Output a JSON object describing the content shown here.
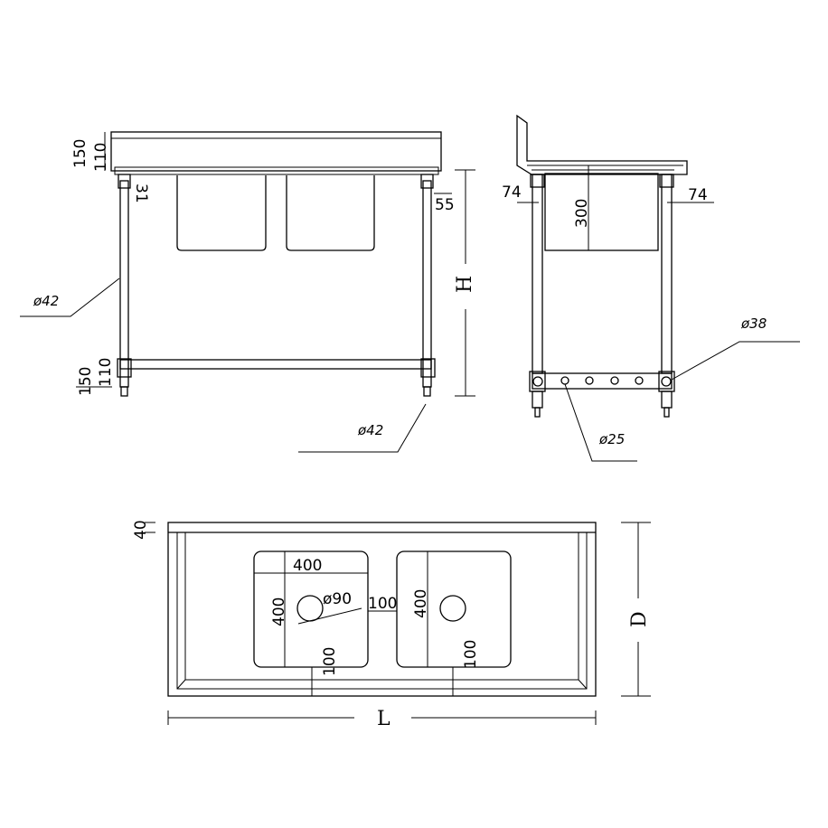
{
  "front_view": {
    "top_height": "150",
    "top_inner": "110",
    "skirt": "31",
    "leg_offset": "55",
    "leg_diameter": "ø42",
    "foot_diameter": "ø42",
    "shelf_height": "150",
    "shelf_inner": "110",
    "height_label": "H"
  },
  "side_view": {
    "left_offset": "74",
    "right_offset": "74",
    "bowl_depth": "300",
    "leg_diameter": "ø38",
    "rail_hole_diameter": "ø25"
  },
  "plan_view": {
    "upstand": "40",
    "bowl1_width": "400",
    "bowl1_depth": "400",
    "waste_diameter": "ø90",
    "bowl_gap": "100",
    "bowl2_depth": "400",
    "bowl1_front": "100",
    "bowl2_front": "100",
    "length_label": "L",
    "depth_label": "D"
  }
}
